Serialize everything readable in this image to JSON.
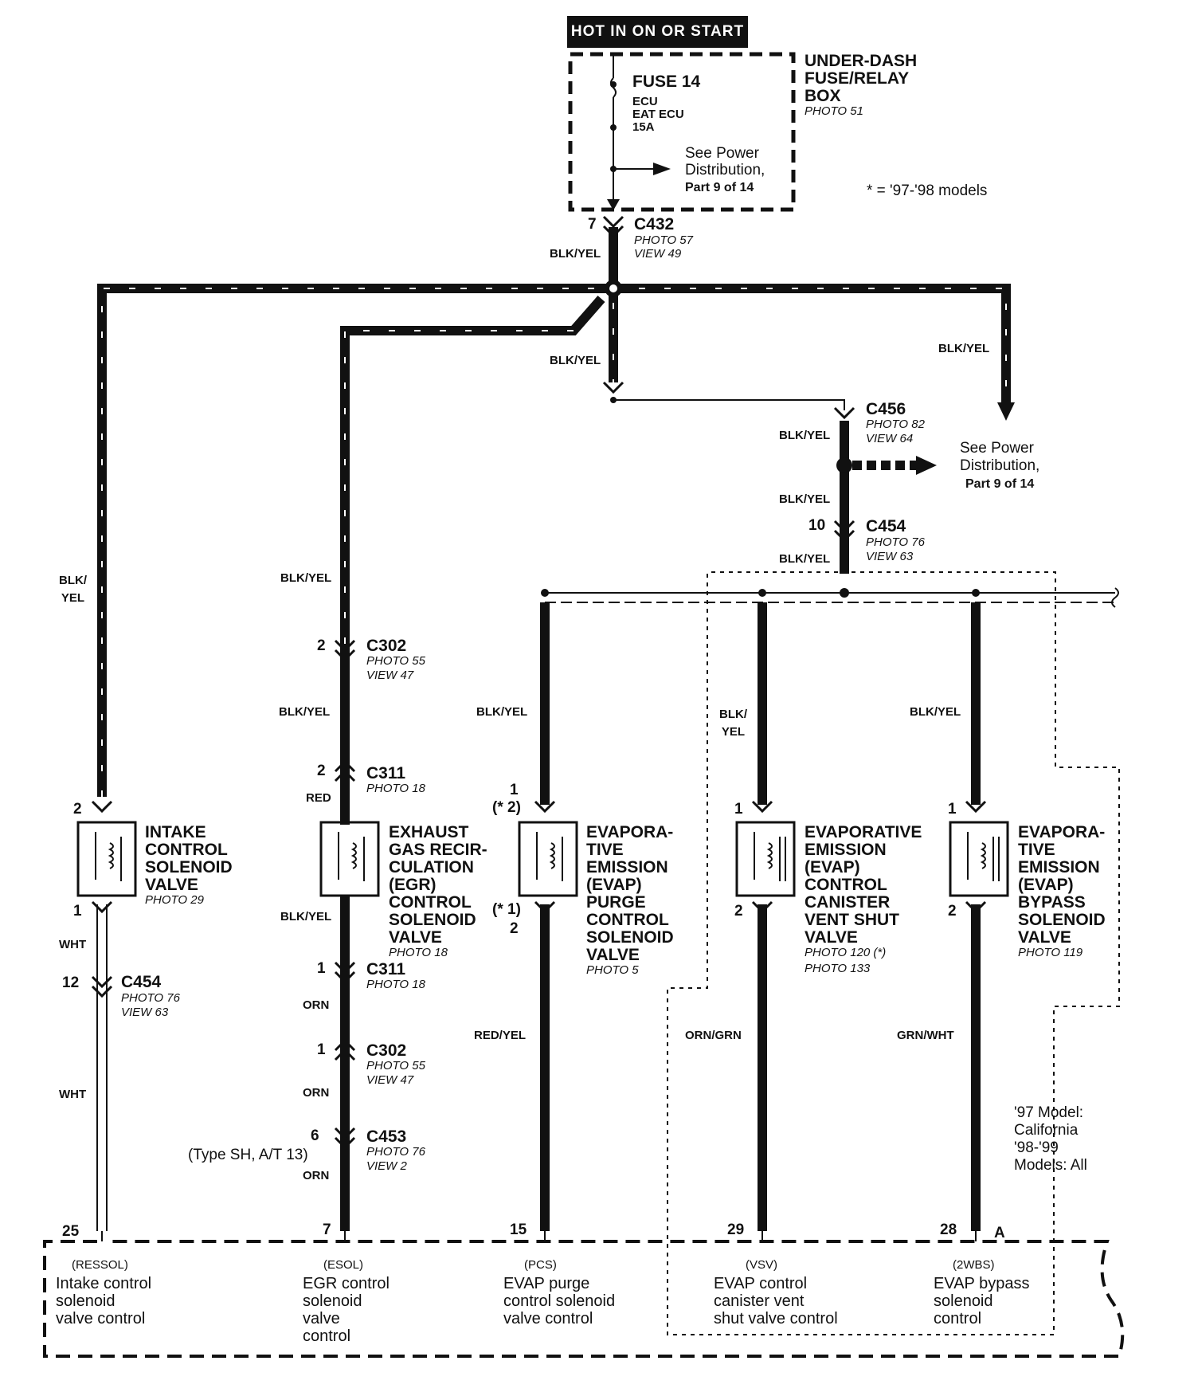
{
  "header": {
    "hot_label": "HOT IN ON OR START"
  },
  "fuse_box": {
    "title": "UNDER-DASH\nFUSE/RELAY\nBOX",
    "photo": "PHOTO 51",
    "fuse_name": "FUSE 14",
    "fuse_circuits": "ECU\nEAT ECU\n15A",
    "see_power": "See Power\nDistribution,",
    "see_power_part": "Part 9 of 14"
  },
  "model_note": "* = '97-'98 models",
  "connectors": {
    "c432": {
      "pin": "7",
      "name": "C432",
      "photo": "PHOTO 57",
      "view": "VIEW 49"
    },
    "c456": {
      "name": "C456",
      "photo": "PHOTO 82",
      "view": "VIEW 64"
    },
    "c454_top": {
      "pin": "10",
      "name": "C454",
      "photo": "PHOTO 76",
      "view": "VIEW 63"
    },
    "c302_a": {
      "pin": "2",
      "name": "C302",
      "photo": "PHOTO 55",
      "view": "VIEW 47"
    },
    "c311_a": {
      "pin": "2",
      "name": "C311",
      "photo": "PHOTO 18"
    },
    "c311_b": {
      "pin": "1",
      "name": "C311",
      "photo": "PHOTO 18"
    },
    "c302_b": {
      "pin": "1",
      "name": "C302",
      "photo": "PHOTO 55",
      "view": "VIEW 47"
    },
    "c453": {
      "pin": "6",
      "name": "C453",
      "photo": "PHOTO 76",
      "view": "VIEW 2",
      "note": "(Type SH, A/T 13)"
    },
    "c454_left": {
      "pin": "12",
      "name": "C454",
      "photo": "PHOTO 76",
      "view": "VIEW 63"
    }
  },
  "see_power_right": {
    "text": "See Power\nDistribution,",
    "part": "Part 9 of 14"
  },
  "wire_labels": {
    "blk_yel": "BLK/YEL",
    "blk_yel_split": "BLK/\nYEL",
    "red": "RED",
    "wht": "WHT",
    "orn": "ORN",
    "red_yel": "RED/YEL",
    "orn_grn": "ORN/GRN",
    "grn_wht": "GRN/WHT"
  },
  "components": [
    {
      "id": "intake",
      "name": "INTAKE\nCONTROL\nSOLENOID\nVALVE",
      "photo": "PHOTO 29",
      "pin_top": "2",
      "pin_bottom": "1"
    },
    {
      "id": "egr",
      "name": "EXHAUST\nGAS RECIR-\nCULATION\n(EGR)\nCONTROL\nSOLENOID\nVALVE",
      "photo": "PHOTO 18"
    },
    {
      "id": "evap_purge",
      "name": "EVAPORA-\nTIVE\nEMISSION\n(EVAP)\nPURGE\nCONTROL\nSOLENOID\nVALVE",
      "photo": "PHOTO 5",
      "pin_top": "1",
      "pin_top_alt": "(* 2)",
      "pin_bottom": "2",
      "pin_bottom_alt": "(* 1)"
    },
    {
      "id": "evap_vent",
      "name": "EVAPORATIVE\nEMISSION\n(EVAP)\nCONTROL\nCANISTER\nVENT SHUT\nVALVE",
      "photo": "PHOTO 120 (*)",
      "photo2": "PHOTO 133",
      "pin_top": "1",
      "pin_bottom": "2"
    },
    {
      "id": "evap_bypass",
      "name": "EVAPORA-\nTIVE\nEMISSION\n(EVAP)\nBYPASS\nSOLENOID\nVALVE",
      "photo": "PHOTO 119",
      "pin_top": "1",
      "pin_bottom": "2"
    }
  ],
  "model_availability": "'97 Model:\nCalifornia\n'98-'99\nModels: All",
  "ecu_pins": [
    {
      "pin": "25",
      "code": "(RESSOL)",
      "desc": "Intake control\nsolenoid\nvalve control"
    },
    {
      "pin": "7",
      "code": "(ESOL)",
      "desc": "EGR control\nsolenoid\nvalve\ncontrol"
    },
    {
      "pin": "15",
      "code": "(PCS)",
      "desc": "EVAP purge\ncontrol solenoid\nvalve control"
    },
    {
      "pin": "29",
      "code": "(VSV)",
      "desc": "EVAP control\ncanister vent\nshut valve control"
    },
    {
      "pin": "28",
      "code": "(2WBS)",
      "desc": "EVAP bypass\nsolenoid\ncontrol"
    }
  ],
  "ecu_connector_letter": "A"
}
